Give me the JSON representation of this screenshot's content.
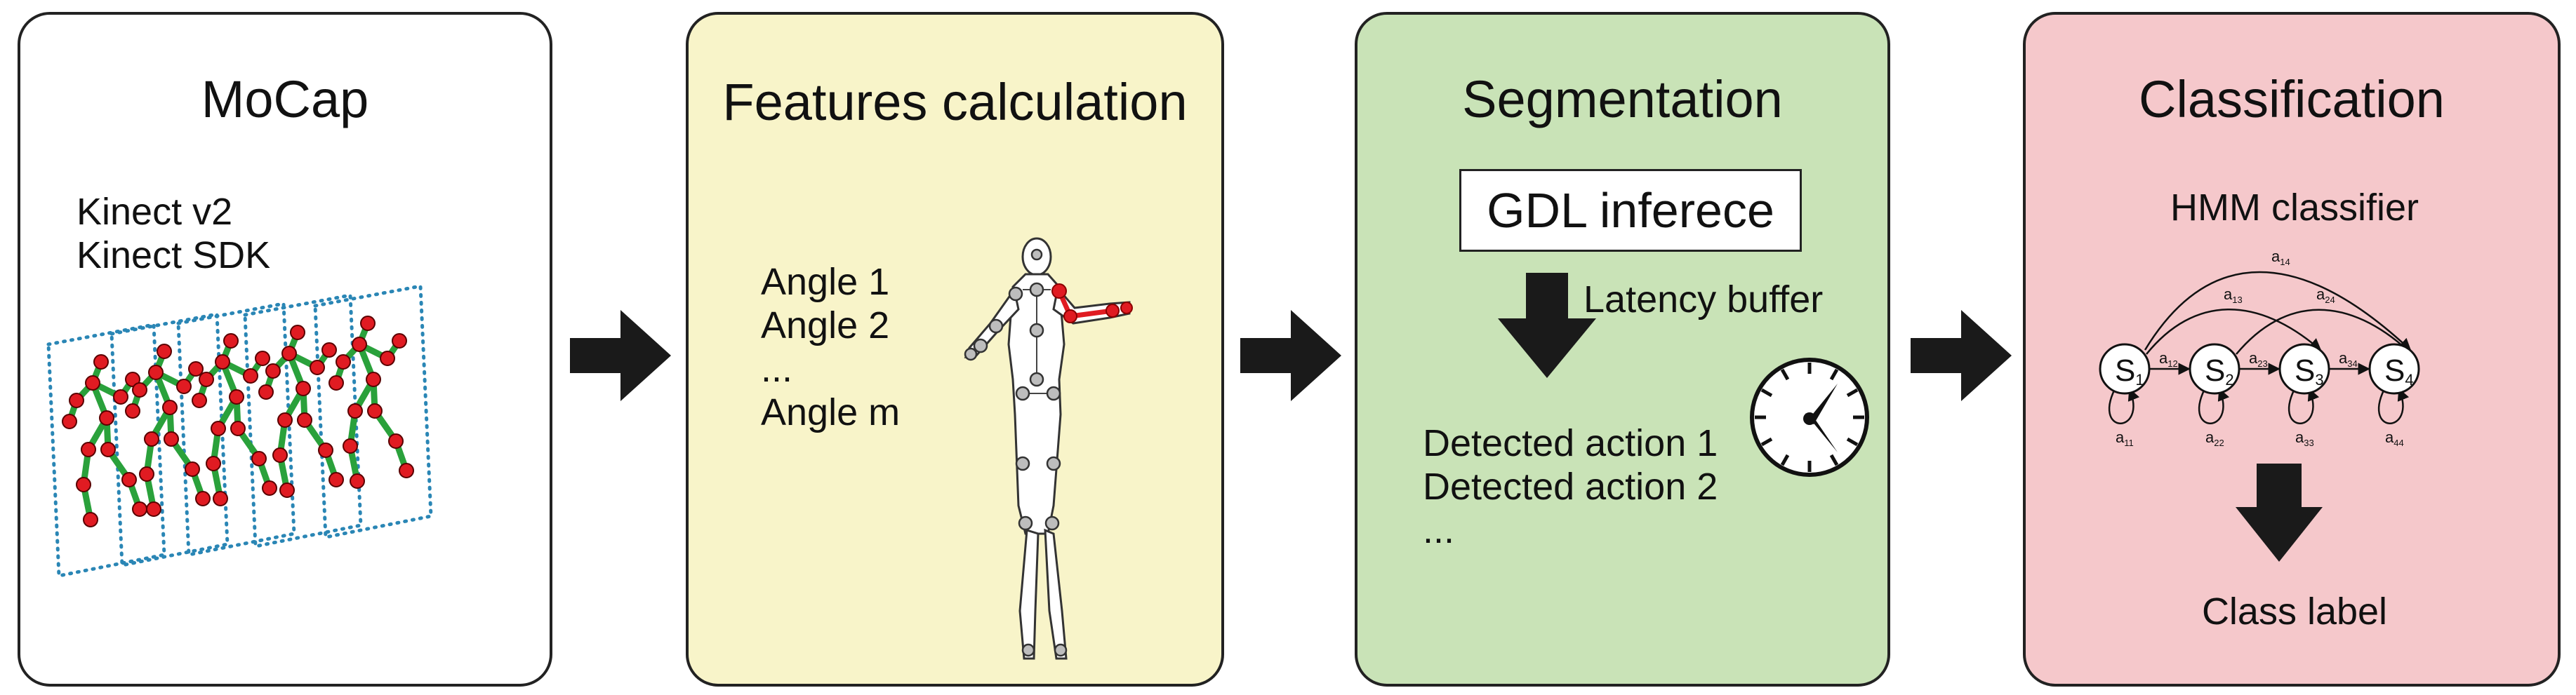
{
  "colors": {
    "mocap_bg": "#ffffff",
    "features_bg": "#f8f4c9",
    "segmentation_bg": "#c9e3b7",
    "classification_bg": "#f5c8cb",
    "bone_green": "#2aa13b",
    "joint_red": "#e01b22",
    "frame_dots": "#2a86b5",
    "arrow": "#1a1a1a"
  },
  "stages": {
    "mocap": {
      "title": "MoCap",
      "lines": [
        "Kinect v2",
        "Kinect SDK"
      ]
    },
    "features": {
      "title": "Features calculation",
      "lines": [
        "Angle 1",
        "Angle 2",
        "...",
        "Angle m"
      ]
    },
    "segmentation": {
      "title": "Segmentation",
      "box_label": "GDL inferece",
      "buffer_label": "Latency buffer",
      "lines": [
        "Detected action 1",
        "Detected action 2",
        "..."
      ],
      "icon": "clock-icon"
    },
    "classification": {
      "title": "Classification",
      "subtitle": "HMM classifier",
      "output": "Class label",
      "states": [
        {
          "base": "S",
          "sub": "1"
        },
        {
          "base": "S",
          "sub": "2"
        },
        {
          "base": "S",
          "sub": "3"
        },
        {
          "base": "S",
          "sub": "4"
        }
      ],
      "forward_labels": [
        {
          "base": "a",
          "sub": "12"
        },
        {
          "base": "a",
          "sub": "23"
        },
        {
          "base": "a",
          "sub": "34"
        }
      ],
      "self_labels": [
        {
          "base": "a",
          "sub": "11"
        },
        {
          "base": "a",
          "sub": "22"
        },
        {
          "base": "a",
          "sub": "33"
        },
        {
          "base": "a",
          "sub": "44"
        }
      ],
      "skip_labels": [
        {
          "base": "a",
          "sub": "14"
        },
        {
          "base": "a",
          "sub": "13"
        },
        {
          "base": "a",
          "sub": "24"
        }
      ]
    }
  }
}
